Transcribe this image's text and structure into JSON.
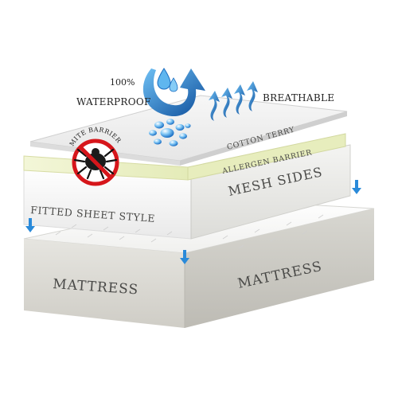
{
  "labels": {
    "waterproof_line1": "100%",
    "waterproof_line2": "WATERPROOF",
    "breathable": "BREATHABLE",
    "cotton_terry": "COTTON TERRY",
    "allergen_barrier": "ALLERGEN BARRIER",
    "mite_barrier": "MITE BARRIER",
    "mesh_sides": "MESH SIDES",
    "fitted_sheet_style": "FITTED SHEET STYLE",
    "mattress_front": "MATTRESS",
    "mattress_side": "MATTRESS"
  },
  "icons": {
    "water_drop": "water-drop-icon",
    "curved_arrow": "curved-arrow-icon",
    "airflow": "airflow-arrows-icon",
    "paw": "water-beads-icon",
    "mite_prohibited": "no-mites-icon",
    "down_arrow": "down-arrow-icon"
  },
  "colors": {
    "accent_blue": "#1c7fd6",
    "dark_blue": "#0d4d9a",
    "allergen_layer": "#eef2c8",
    "mattress_front": "#d9d8d3",
    "mattress_side": "#c7c6c0",
    "prohibited_red": "#d6161b"
  }
}
